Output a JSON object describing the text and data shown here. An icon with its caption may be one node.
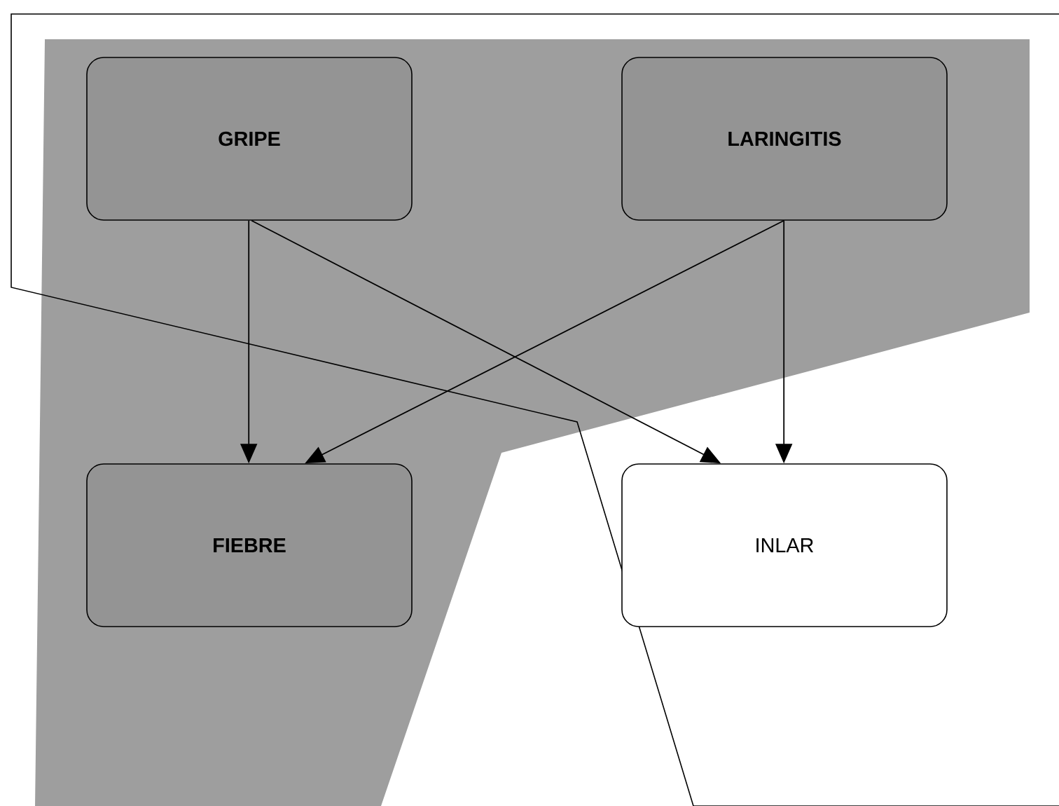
{
  "diagram": {
    "nodes": [
      {
        "text": [
          "GRIPE"
        ]
      },
      {
        "text": [
          "LARINGITIS"
        ]
      },
      {
        "text": [
          "FIEBRE"
        ]
      },
      {
        "text": [
          "INLAR"
        ]
      }
    ],
    "edges": [
      {
        "from": 0,
        "to": 2,
        "arrow": "to"
      },
      {
        "from": 0,
        "to": 3,
        "arrow": "to"
      },
      {
        "from": 1,
        "to": 2,
        "arrow": "to"
      },
      {
        "from": 1,
        "to": 3,
        "arrow": "to"
      }
    ]
  }
}
